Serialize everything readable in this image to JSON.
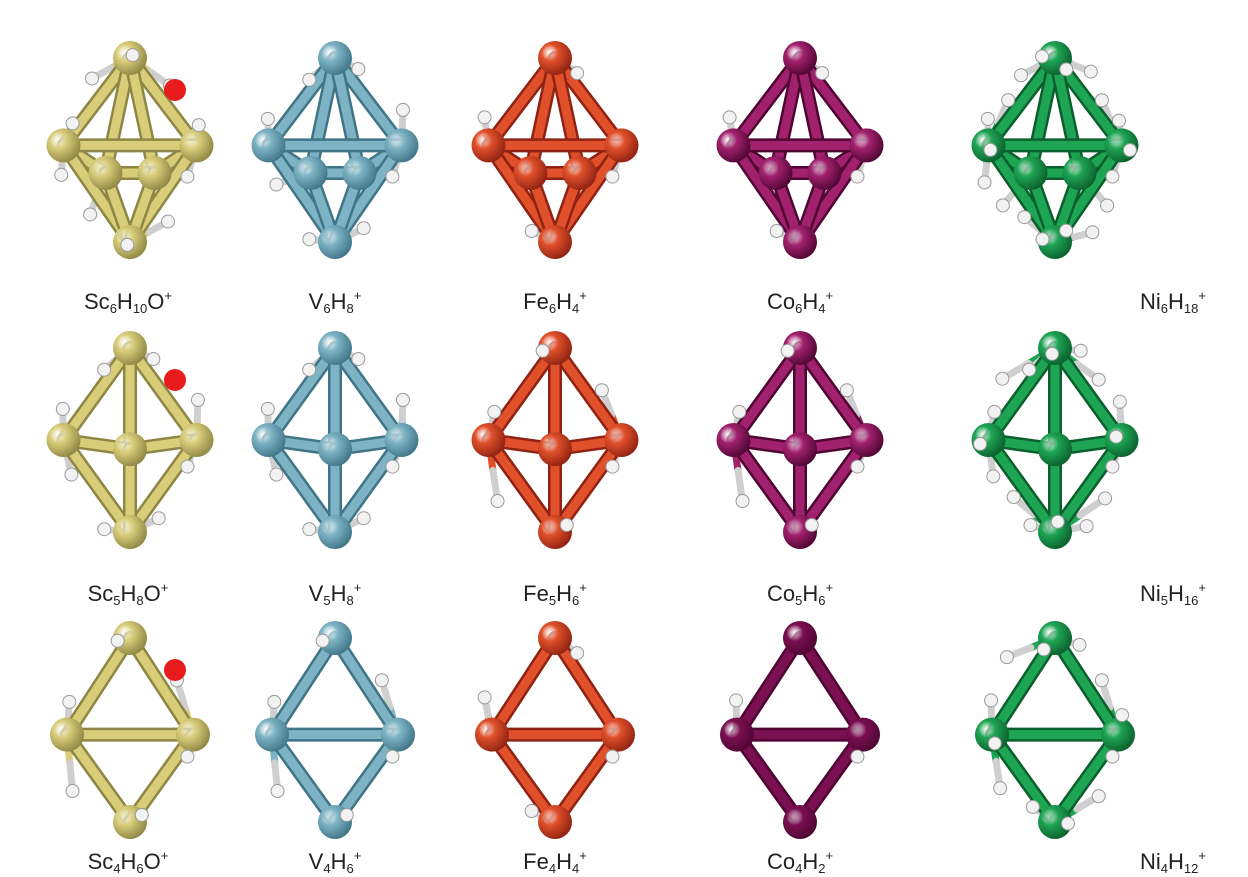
{
  "clusters": [
    {
      "formula": [
        "Sc",
        "6",
        "H",
        "10",
        "O",
        "+"
      ],
      "element": "Sc",
      "atoms": 6,
      "hydrogens": 10,
      "oxygen": true,
      "color": "#d8cd79",
      "dark": "#8e8644"
    },
    {
      "formula": [
        "V",
        "6",
        "H",
        "8",
        "",
        "+"
      ],
      "element": "V",
      "atoms": 6,
      "hydrogens": 8,
      "oxygen": false,
      "color": "#7db3c4",
      "dark": "#3f7586"
    },
    {
      "formula": [
        "Fe",
        "6",
        "H",
        "4",
        "",
        "+"
      ],
      "element": "Fe",
      "atoms": 6,
      "hydrogens": 4,
      "oxygen": false,
      "color": "#e0502a",
      "dark": "#8f2212"
    },
    {
      "formula": [
        "Co",
        "6",
        "H",
        "4",
        "",
        "+"
      ],
      "element": "Co",
      "atoms": 6,
      "hydrogens": 4,
      "oxygen": false,
      "color": "#a2216f",
      "dark": "#4f0632"
    },
    {
      "formula": [
        "Ni",
        "6",
        "H",
        "18",
        "",
        "+"
      ],
      "element": "Ni",
      "atoms": 6,
      "hydrogens": 18,
      "oxygen": false,
      "color": "#1ea554",
      "dark": "#0b5f2c"
    },
    {
      "formula": [
        "Sc",
        "5",
        "H",
        "8",
        "O",
        "+"
      ],
      "element": "Sc",
      "atoms": 5,
      "hydrogens": 8,
      "oxygen": true,
      "color": "#d8cd79",
      "dark": "#8e8644"
    },
    {
      "formula": [
        "V",
        "5",
        "H",
        "8",
        "",
        "+"
      ],
      "element": "V",
      "atoms": 5,
      "hydrogens": 8,
      "oxygen": false,
      "color": "#7db3c4",
      "dark": "#3f7586"
    },
    {
      "formula": [
        "Fe",
        "5",
        "H",
        "6",
        "",
        "+"
      ],
      "element": "Fe",
      "atoms": 5,
      "hydrogens": 6,
      "oxygen": false,
      "color": "#e0502a",
      "dark": "#8f2212"
    },
    {
      "formula": [
        "Co",
        "5",
        "H",
        "6",
        "",
        "+"
      ],
      "element": "Co",
      "atoms": 5,
      "hydrogens": 6,
      "oxygen": false,
      "color": "#a2216f",
      "dark": "#4f0632"
    },
    {
      "formula": [
        "Ni",
        "5",
        "H",
        "16",
        "",
        "+"
      ],
      "element": "Ni",
      "atoms": 5,
      "hydrogens": 16,
      "oxygen": false,
      "color": "#1ea554",
      "dark": "#0b5f2c"
    },
    {
      "formula": [
        "Sc",
        "4",
        "H",
        "6",
        "O",
        "+"
      ],
      "element": "Sc",
      "atoms": 4,
      "hydrogens": 6,
      "oxygen": true,
      "color": "#d8cd79",
      "dark": "#8e8644"
    },
    {
      "formula": [
        "V",
        "4",
        "H",
        "6",
        "",
        "+"
      ],
      "element": "V",
      "atoms": 4,
      "hydrogens": 6,
      "oxygen": false,
      "color": "#7db3c4",
      "dark": "#3f7586"
    },
    {
      "formula": [
        "Fe",
        "4",
        "H",
        "4",
        "",
        "+"
      ],
      "element": "Fe",
      "atoms": 4,
      "hydrogens": 4,
      "oxygen": false,
      "color": "#e0502a",
      "dark": "#8f2212"
    },
    {
      "formula": [
        "Co",
        "4",
        "H",
        "2",
        "",
        "+"
      ],
      "element": "Co",
      "atoms": 4,
      "hydrogens": 2,
      "oxygen": false,
      "color": "#7a0f52",
      "dark": "#4f0632"
    },
    {
      "formula": [
        "Ni",
        "4",
        "H",
        "12",
        "",
        "+"
      ],
      "element": "Ni",
      "atoms": 4,
      "hydrogens": 12,
      "oxygen": false,
      "color": "#1ea554",
      "dark": "#0b5f2c"
    }
  ],
  "colors": {
    "hydrogen": "#f2f2f2",
    "hydrogen_dark": "#666666",
    "oxygen": "#e81c1c",
    "label": "#222222"
  }
}
